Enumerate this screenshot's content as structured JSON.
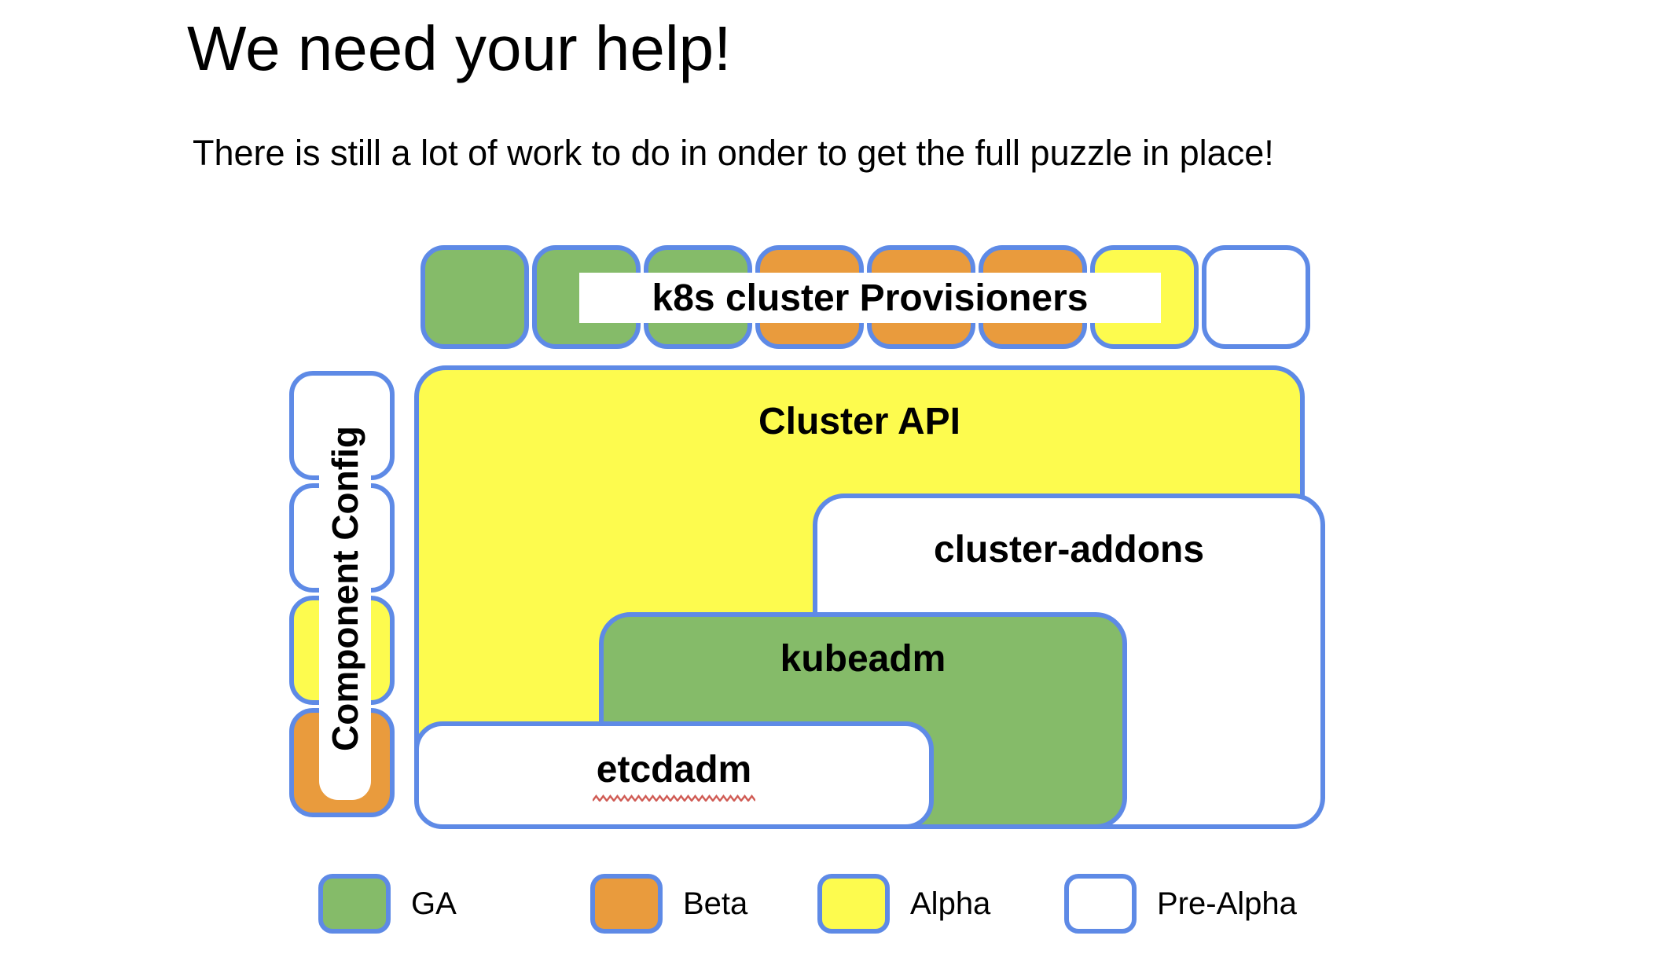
{
  "page": {
    "title": "We need your help!",
    "subtitle": "There is still a lot of work to do in onder to get the full puzzle in place!"
  },
  "diagram": {
    "provisioners_label": "k8s cluster Provisioners",
    "provisioner_pieces": [
      "ga",
      "ga",
      "ga",
      "beta",
      "beta",
      "beta",
      "alpha",
      "pre_alpha"
    ],
    "component_config": {
      "label": "Component Config",
      "pieces": [
        "pre_alpha",
        "pre_alpha",
        "alpha",
        "beta"
      ]
    },
    "boxes": {
      "cluster_api": {
        "label": "Cluster API",
        "status": "alpha"
      },
      "cluster_addons": {
        "label": "cluster-addons",
        "status": "pre_alpha"
      },
      "kubeadm": {
        "label": "kubeadm",
        "status": "ga"
      },
      "etcdadm": {
        "label": "etcdadm",
        "status": "pre_alpha",
        "spellcheck_underline": true
      }
    }
  },
  "legend": [
    {
      "label": "GA",
      "status": "ga"
    },
    {
      "label": "Beta",
      "status": "beta"
    },
    {
      "label": "Alpha",
      "status": "alpha"
    },
    {
      "label": "Pre-Alpha",
      "status": "pre_alpha"
    }
  ],
  "colors": {
    "ga": "#85BB69",
    "beta": "#E99B3D",
    "alpha": "#FDFB4E",
    "pre_alpha": "#FFFFFF",
    "border": "#5E8AE6",
    "squiggle": "#D05C55"
  }
}
